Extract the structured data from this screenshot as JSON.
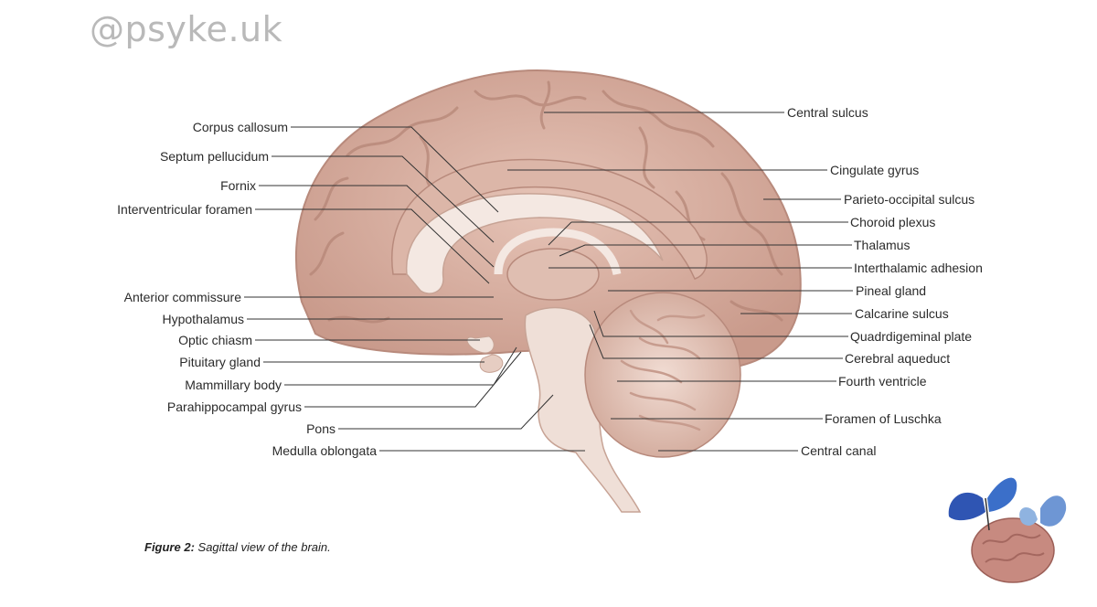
{
  "watermark": "@psyke.uk",
  "caption": {
    "prefix": "Figure 2:",
    "text": " Sagittal view of the brain."
  },
  "labels_left": [
    "Corpus callosum",
    "Septum pellucidum",
    "Fornix",
    "Interventricular foramen",
    "Anterior commissure",
    "Hypothalamus",
    "Optic chiasm",
    "Pituitary gland",
    "Mammillary body",
    "Parahippocampal gyrus",
    "Pons",
    "Medulla oblongata"
  ],
  "labels_right": [
    "Central sulcus",
    "Cingulate gyrus",
    "Parieto-occipital sulcus",
    "Choroid plexus",
    "Thalamus",
    "Interthalamic adhesion",
    "Pineal gland",
    "Calcarine sulcus",
    "Quadrdigeminal plate",
    "Cerebral aqueduct",
    "Fourth ventricle",
    "Foramen of Luschka",
    "Central canal"
  ],
  "colors": {
    "cortex": "#d9b2a4",
    "cortex_dark": "#b88a7c",
    "white_matter": "#f1e3dc",
    "brainstem": "#ecd8cf",
    "leader_line": "#333333",
    "butterfly_blue": "#3b6fc9"
  }
}
